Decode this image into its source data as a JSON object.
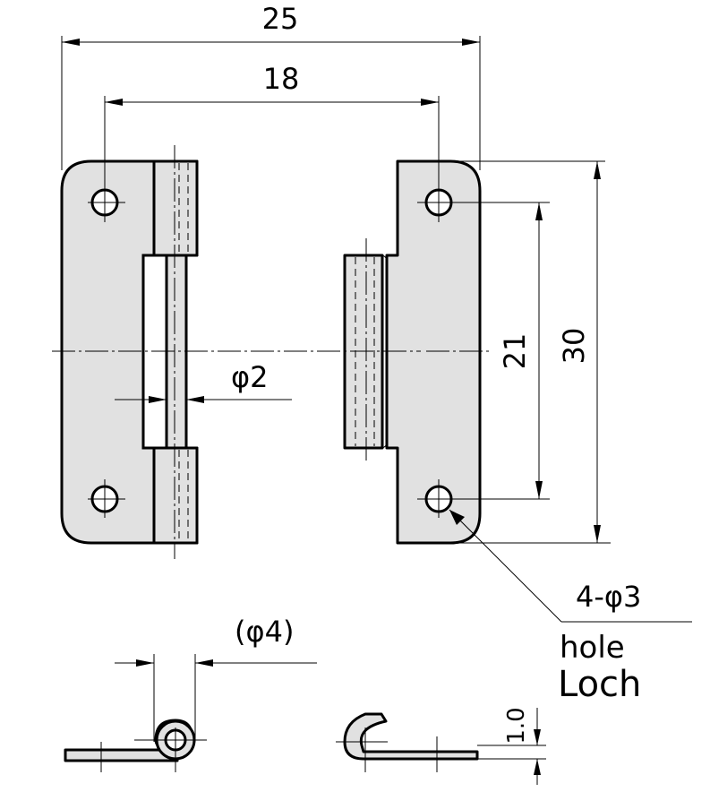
{
  "dimensions": {
    "overall_width": "25",
    "hole_spacing_horizontal": "18",
    "pin_diameter": "φ2",
    "hole_spacing_vertical": "21",
    "overall_height": "30",
    "knuckle_diameter": "(φ4)",
    "plate_thickness": "1.0"
  },
  "hole_callout": {
    "spec": "4-φ3",
    "label_en": "hole",
    "label_de": "Loch"
  }
}
